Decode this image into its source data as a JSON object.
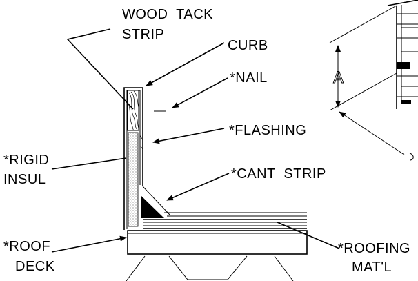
{
  "labels": {
    "wood_tack_line1": "WOOD TACK",
    "wood_tack_line2": "STRIP",
    "curb": "CURB",
    "nail": "*NAIL",
    "flashing": "*FLASHING",
    "rigid_line1": "*RIGID",
    "rigid_line2": "INSUL",
    "cant_strip": "*CANT STRIP",
    "roof_deck_line1": "*ROOF",
    "roof_deck_line2": "DECK",
    "roofing_line1": "*ROOFING",
    "roofing_line2": "MAT'L",
    "dimension_a": "A"
  },
  "colors": {
    "ink": "#000000",
    "background": "#ffffff"
  }
}
